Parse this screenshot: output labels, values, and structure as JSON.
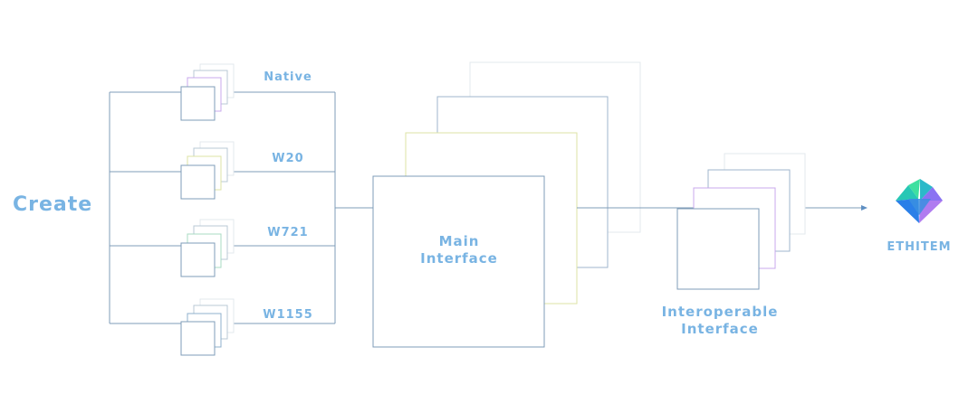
{
  "diagram": {
    "create_label": "Create",
    "standards": [
      {
        "label": "Native"
      },
      {
        "label": "W20"
      },
      {
        "label": "W721"
      },
      {
        "label": "W1155"
      }
    ],
    "main_interface": {
      "line1": "Main",
      "line2": "Interface"
    },
    "interoperable_interface": {
      "line1": "Interoperable",
      "line2": "Interface"
    },
    "brand": {
      "label": "ETHITEM"
    },
    "colors": {
      "label": "#79b4e3",
      "line": "#7f9cb8",
      "purple": "#c9a8ec",
      "yellow_green": "#dde3a5",
      "green": "#a8dbc3",
      "faint": "#e3e9ee",
      "arrow": "#5f8fc2",
      "logo_green": "#3fe0a0",
      "logo_blue": "#2a7fe8",
      "logo_purple": "#b07cf0"
    }
  }
}
